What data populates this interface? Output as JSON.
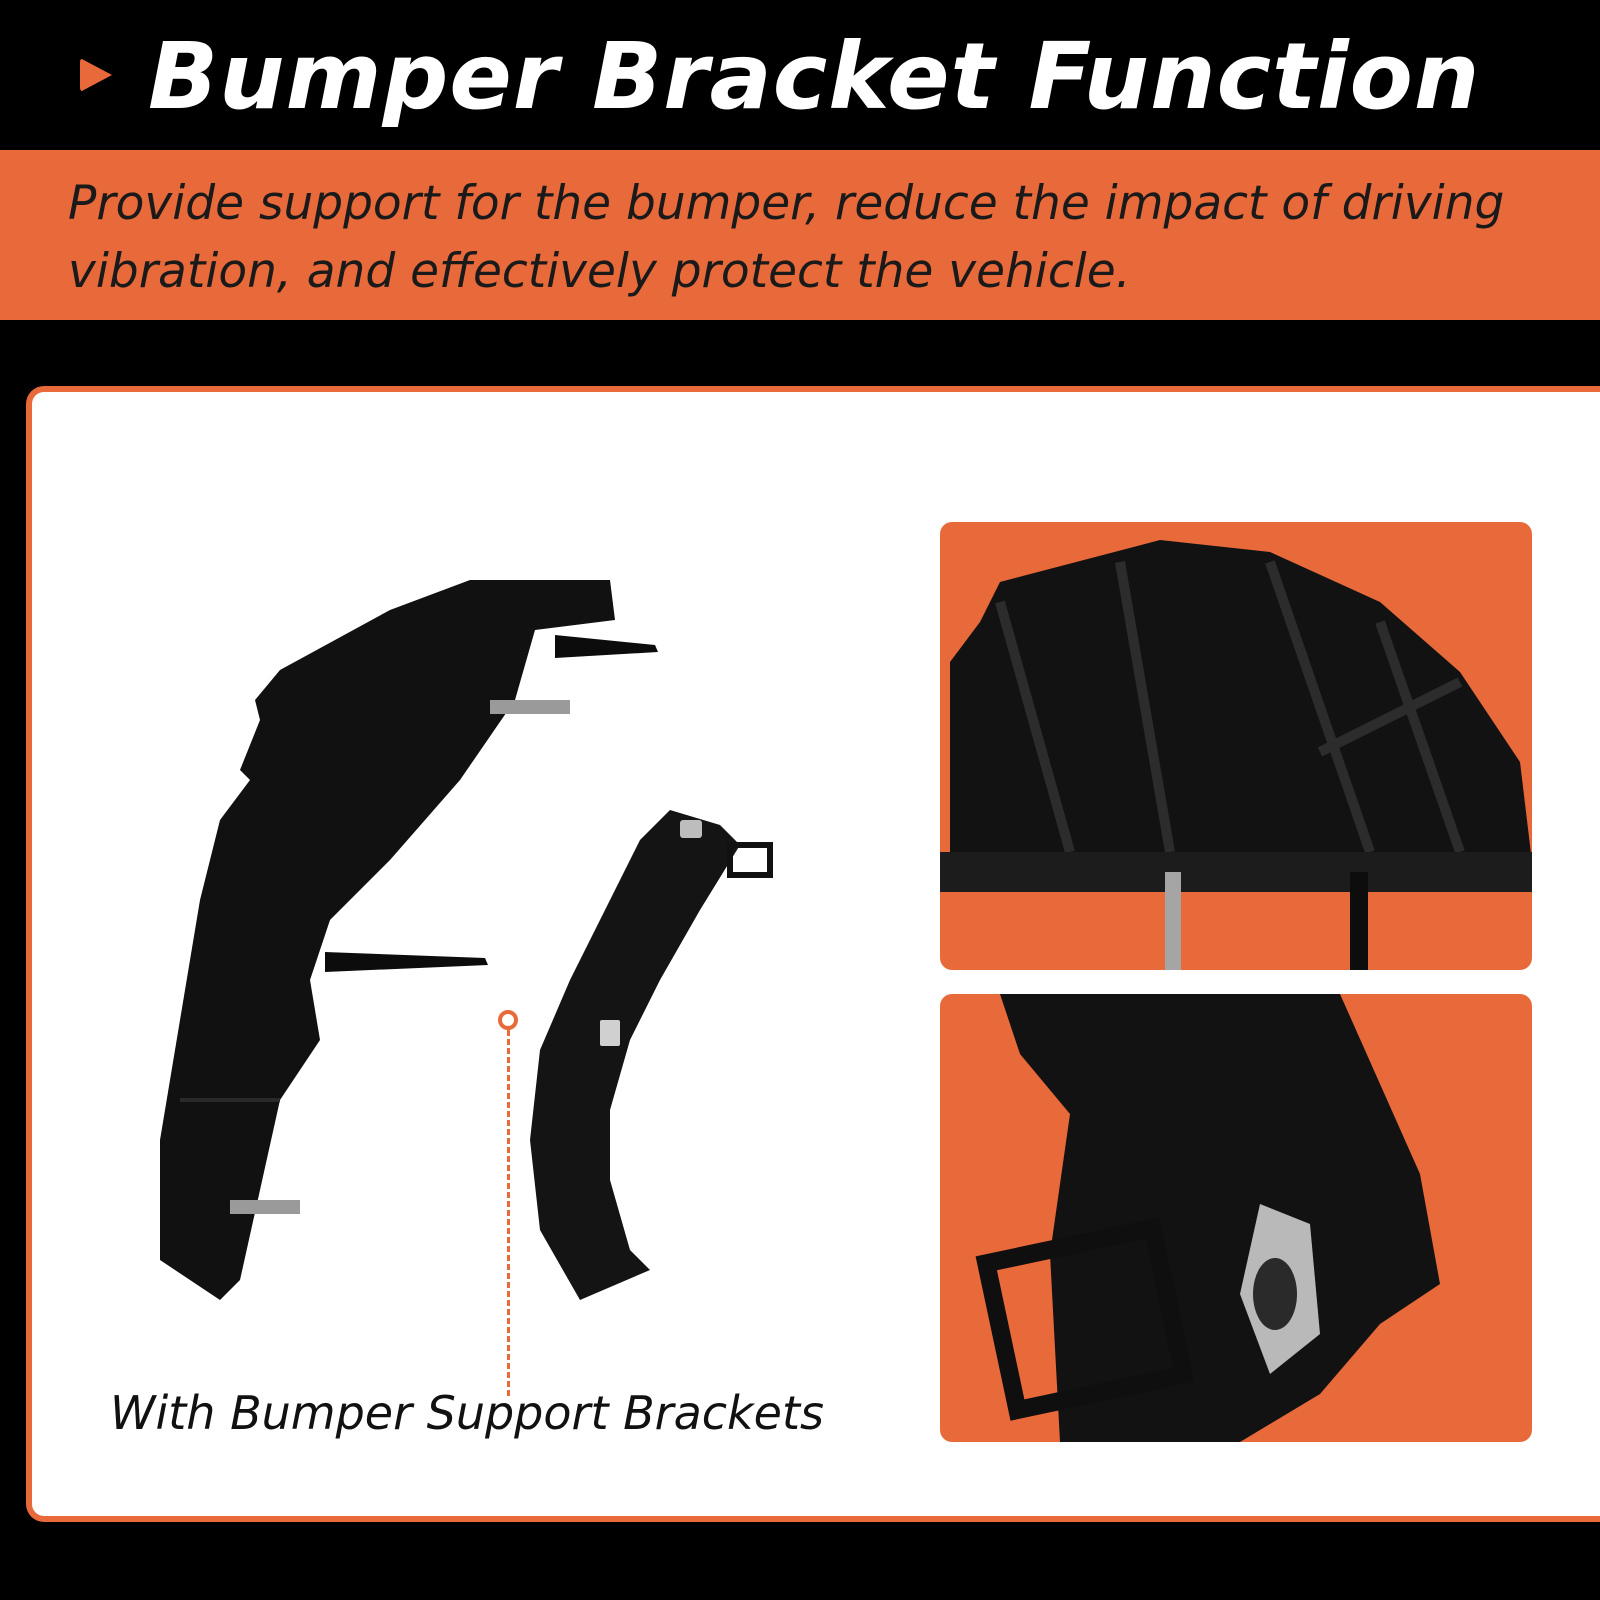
{
  "header": {
    "title": "Bumper Bracket Function"
  },
  "band": {
    "description": "Provide support for the bumper, reduce the impact of driving vibration, and effectively protect the vehicle."
  },
  "product": {
    "caption": "With Bumper Support Brackets"
  },
  "colors": {
    "accent": "#E8693A",
    "background": "#000000",
    "panel": "#FFFFFF",
    "part": "#111111"
  },
  "icons": {
    "title_marker": "play-triangle-icon"
  }
}
